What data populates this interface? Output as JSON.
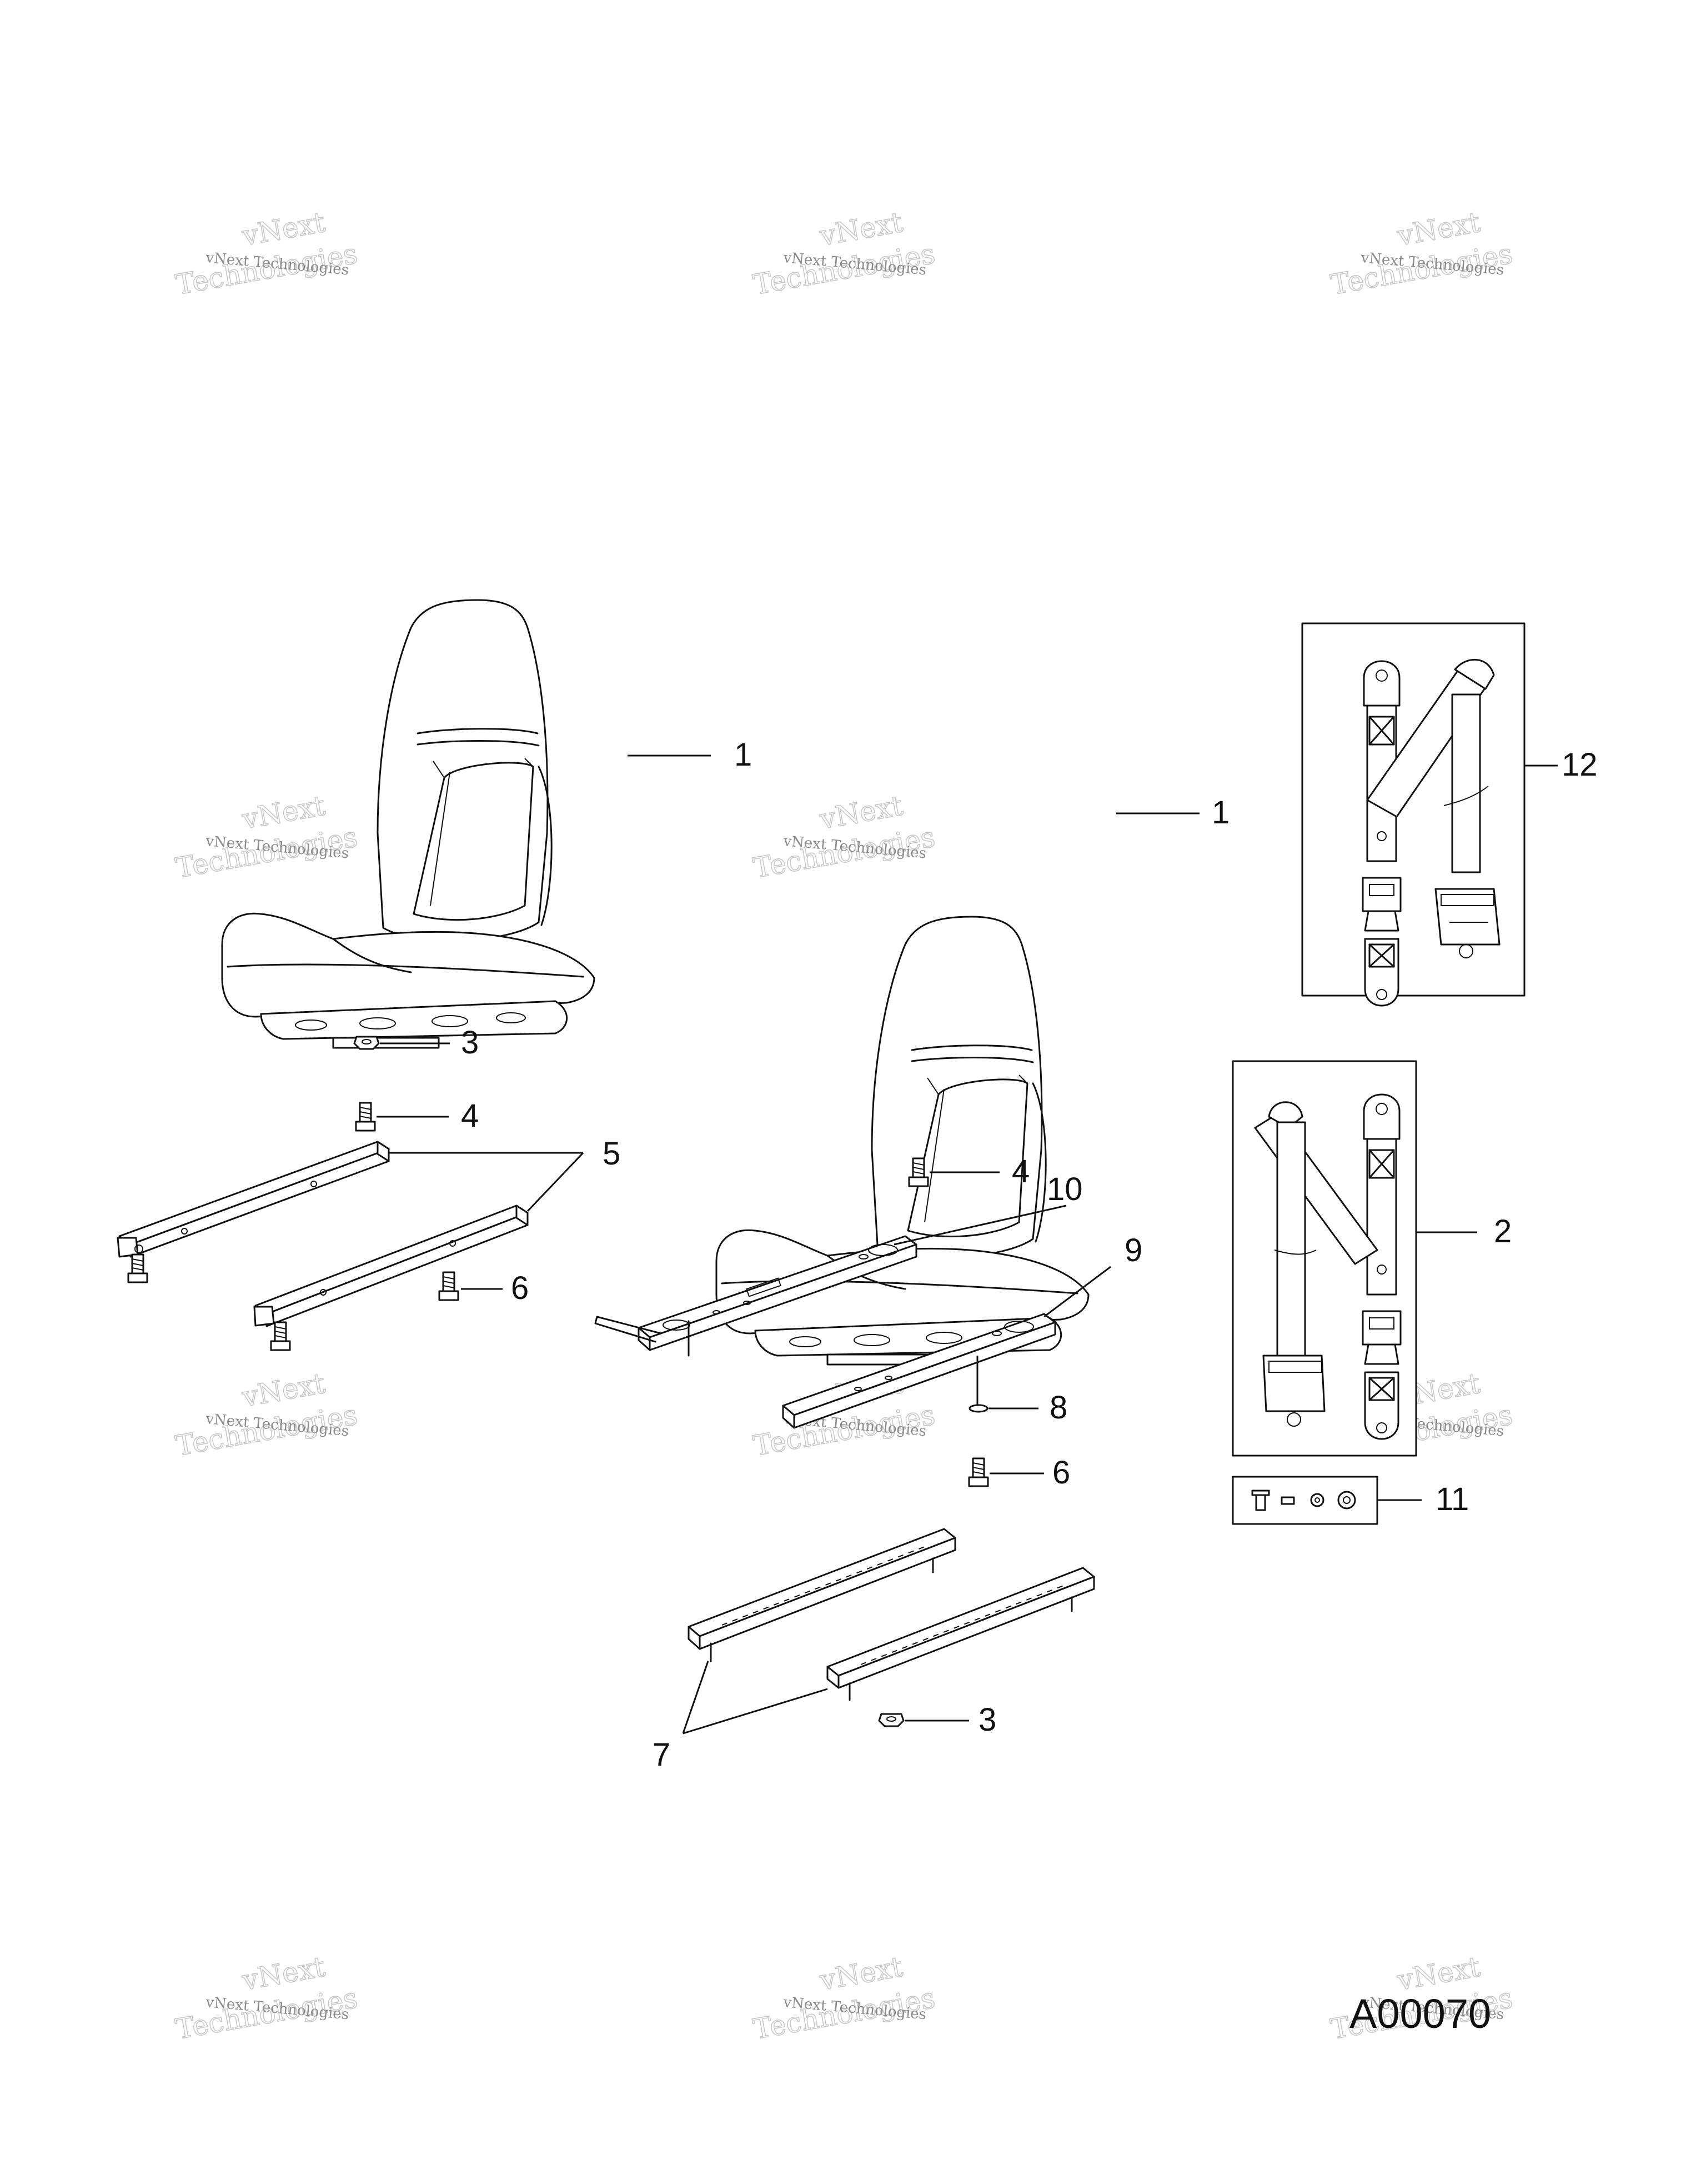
{
  "diagram": {
    "figure_id": "A00070",
    "watermark": {
      "line1": "vNext Technologies",
      "line2": "vNext",
      "line3": "Technologies"
    },
    "callouts": {
      "seat_left": "1",
      "seat_right": "1",
      "belt_right_kit": "2",
      "nut_left": "3",
      "nut_bottom": "3",
      "bolt_left": "4",
      "bolt_right": "4",
      "rails_left": "5",
      "bolt_rail_left": "6",
      "bolt_rail_right": "6",
      "tracks": "7",
      "washer": "8",
      "slider_right": "9",
      "slider_lever": "10",
      "hardware_kit": "11",
      "belt_left_kit": "12"
    }
  }
}
